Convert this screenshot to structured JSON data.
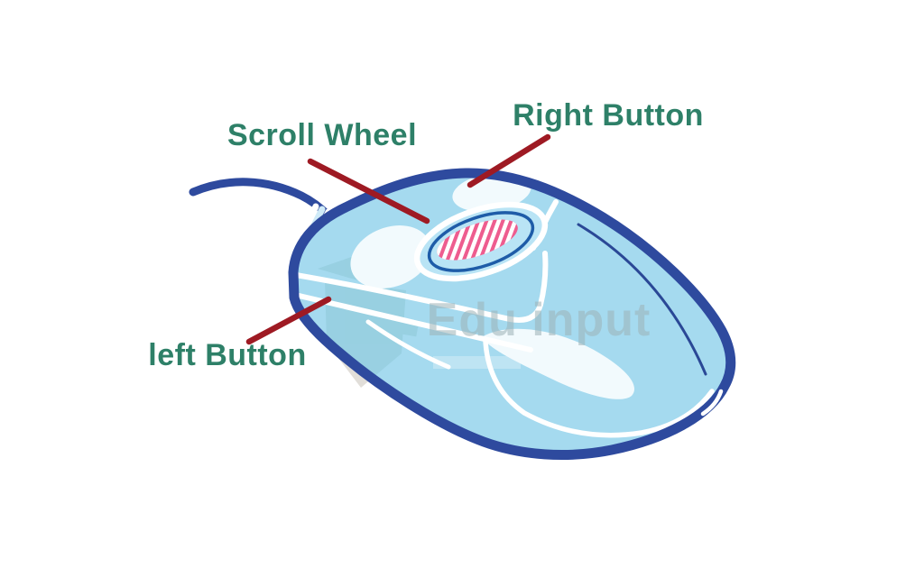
{
  "diagram": {
    "kind": "labeled illustration of a computer mouse",
    "labels": {
      "scroll_wheel": "Scroll Wheel",
      "right_button": "Right Button",
      "left_button": "left Button"
    }
  },
  "watermark": {
    "text": "Edu input"
  },
  "colors": {
    "background": "#ffffff",
    "mouse_body": "#a5daef",
    "mouse_outline": "#2e4a9e",
    "wheel_recess": "#b9e4f5",
    "scroll_wheel_pink": "#ee5d8f",
    "wheel_ring_blue": "#1e5ca8",
    "label_text_green": "#2e8068",
    "leader_line_red": "#9e1a23",
    "highlight_white": "#f2fafd"
  }
}
